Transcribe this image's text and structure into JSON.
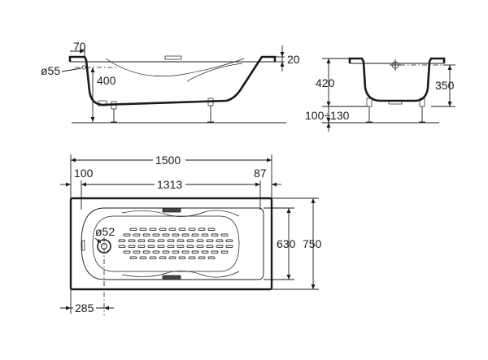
{
  "side_view": {
    "dim_top_rim": "70",
    "dim_outlet_dia": "ø55",
    "dim_outlet_height": "400",
    "dim_rim_thickness": "20"
  },
  "end_view": {
    "dim_total_height": "420",
    "dim_outlet_height": "350",
    "dim_leg_range": "100÷130"
  },
  "plan_view": {
    "dim_length": "1500",
    "dim_left_rim": "100",
    "dim_inner_length": "1313",
    "dim_right_rim": "87",
    "dim_drain_dia": "ø52",
    "dim_inner_width": "630",
    "dim_width": "750",
    "dim_drain_offset": "285"
  }
}
